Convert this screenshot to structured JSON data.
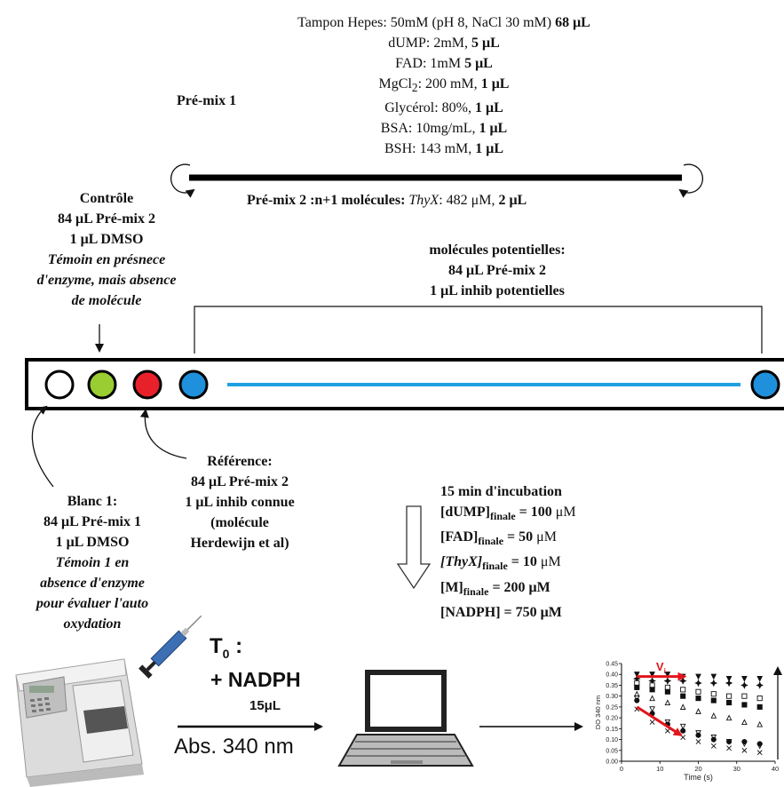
{
  "premix1": {
    "title": "Pré-mix 1",
    "lines": [
      {
        "pre": "Tampon Hepes: 50mM (pH 8, NaCl 30 mM) ",
        "bold": "68 μL"
      },
      {
        "pre": "dUMP: 2mM, ",
        "bold": "5 μL"
      },
      {
        "pre": "FAD: 1mM ",
        "bold": "5 μL"
      },
      {
        "pre": "MgCl",
        "sub": "2",
        "post": ": 200 mM, ",
        "bold": "1 μL"
      },
      {
        "pre": "Glycérol: 80%, ",
        "bold": "1 μL"
      },
      {
        "pre": "BSA: 10mg/mL, ",
        "bold": "1 μL"
      },
      {
        "pre": "BSH: 143 mM, ",
        "bold": "1 μL"
      }
    ]
  },
  "premix2": {
    "prefix": "Pré-mix 2 :n+1 molécules: ",
    "enzyme": "ThyX",
    "conc": ": 482 μM, ",
    "vol": "2 μL"
  },
  "controle": {
    "l1": "Contrôle",
    "l2": "84 μL Pré-mix 2",
    "l3": "1 μL DMSO",
    "note1": "Témoin en présnece",
    "note2": "d'enzyme, mais absence",
    "note3": "de molécule"
  },
  "molecules": {
    "l1": "molécules potentielles:",
    "l2": "84 μL Pré-mix 2",
    "l3": "1 μL inhib potentielles"
  },
  "reference": {
    "l1": "Référence:",
    "l2": "84 μL Pré-mix 2",
    "l3": "1 μL inhib connue",
    "l4": "(molécule",
    "l5": "Herdewijn et al)"
  },
  "blanc": {
    "l1": "Blanc 1:",
    "l2": "84 μL Pré-mix 1",
    "l3": "1 μL DMSO",
    "note1": "Témoin 1 en",
    "note2": "absence d'enzyme",
    "note3": "pour évaluer l'auto",
    "note4": "oxydation"
  },
  "incubation": {
    "title": "15 min d'incubation",
    "rows": [
      {
        "pre": "[dUMP]",
        "sub": "finale",
        "post": " = 100 ",
        "unit": "μM",
        "italic": false
      },
      {
        "pre": "[FAD]",
        "sub": "finale",
        "post": " = 50 ",
        "unit": "μM",
        "italic": false
      },
      {
        "pre": "[ThyX]",
        "sub": "finale",
        "post": " = 10 ",
        "unit": "μM",
        "italic": true
      },
      {
        "pre": "[M]",
        "sub": "finale",
        "post": " = 200 μM",
        "unit": "",
        "italic": false
      },
      {
        "pre": "[NADPH] = 750 μM",
        "sub": "",
        "post": "",
        "unit": "",
        "italic": false
      }
    ]
  },
  "measure": {
    "t0": "T",
    "t0sub": "0",
    "t0colon": " :",
    "nadph": "+ NADPH",
    "vol": "15μL",
    "abs": "Abs. 340 nm"
  },
  "colors": {
    "blanc_well": "#ffffff",
    "controle_well": "#9acd32",
    "reference_well": "#e8202a",
    "molecule_well": "#1e90dc",
    "strip_line": "#1ea0e0",
    "red_arrow": "#e3141b"
  },
  "chart_data": {
    "type": "scatter",
    "xlabel": "Time (s)",
    "ylabel": "DO 340 nm",
    "annotation": "V",
    "annotation_sub": "i",
    "xlim": [
      0,
      40
    ],
    "ylim": [
      0,
      0.45
    ],
    "x_ticks": [
      0,
      10,
      20,
      30,
      40
    ],
    "y_ticks": [
      "0.00",
      "0.05",
      "0.10",
      "0.15",
      "0.20",
      "0.25",
      "0.30",
      "0.35",
      "0.40",
      "0.45"
    ],
    "x": [
      4,
      8,
      12,
      16,
      20,
      24,
      28,
      32,
      36
    ],
    "series": [
      {
        "marker": "tri-down-filled",
        "values": [
          0.4,
          0.4,
          0.4,
          0.39,
          0.39,
          0.39,
          0.38,
          0.38,
          0.38
        ]
      },
      {
        "marker": "star",
        "values": [
          0.38,
          0.37,
          0.37,
          0.37,
          0.36,
          0.36,
          0.36,
          0.35,
          0.35
        ]
      },
      {
        "marker": "square-open",
        "values": [
          0.36,
          0.35,
          0.34,
          0.33,
          0.32,
          0.31,
          0.3,
          0.3,
          0.29
        ]
      },
      {
        "marker": "square-filled",
        "values": [
          0.34,
          0.33,
          0.32,
          0.3,
          0.29,
          0.28,
          0.27,
          0.26,
          0.25
        ]
      },
      {
        "marker": "tri-up-open",
        "values": [
          0.31,
          0.29,
          0.27,
          0.25,
          0.23,
          0.21,
          0.2,
          0.18,
          0.17
        ]
      },
      {
        "marker": "tri-down-open",
        "values": [
          0.29,
          0.24,
          0.18,
          0.16,
          0.13,
          0.11,
          0.09,
          0.08,
          0.07
        ]
      },
      {
        "marker": "circle-filled",
        "values": [
          0.28,
          0.22,
          0.17,
          0.14,
          0.12,
          0.1,
          0.09,
          0.09,
          0.08
        ]
      },
      {
        "marker": "x",
        "values": [
          0.24,
          0.18,
          0.14,
          0.11,
          0.09,
          0.07,
          0.06,
          0.05,
          0.04
        ]
      }
    ]
  }
}
